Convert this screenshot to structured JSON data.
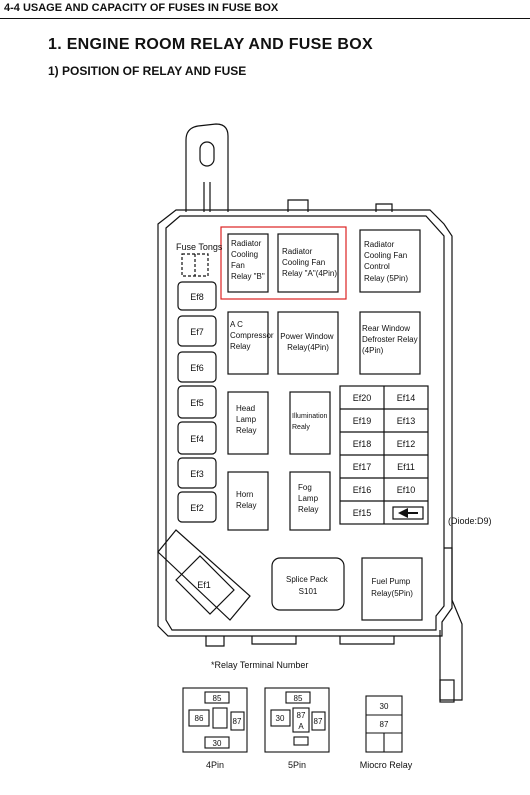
{
  "header": {
    "text": "4-4  USAGE AND CAPACITY OF FUSES IN FUSE BOX"
  },
  "title": "1. ENGINE ROOM RELAY AND FUSE BOX",
  "subtitle": "1)  POSITION OF RELAY AND FUSE",
  "fuse_box": {
    "fuse_tongs": "Fuse Tongs",
    "left_fuses": [
      "Ef8",
      "Ef7",
      "Ef6",
      "Ef5",
      "Ef4",
      "Ef3",
      "Ef2"
    ],
    "ef1": "Ef1",
    "relay_b": [
      "Radiator",
      "Cooling",
      "Fan",
      "Relay \"B\""
    ],
    "relay_a": [
      "Radiator",
      "Cooling Fan",
      "Relay \"A\"(4Pin)"
    ],
    "relay_control": [
      "Radiator",
      "Cooling Fan",
      "Control",
      "Relay (5Pin)"
    ],
    "ac_relay": [
      "A C",
      "Compressor",
      "Relay"
    ],
    "power_window": [
      "Power Window",
      "Relay(4Pin)"
    ],
    "rear_window": [
      "Rear Window",
      "Defroster Relay",
      "(4Pin)"
    ],
    "head_lamp": [
      "Head",
      "Lamp",
      "Relay"
    ],
    "illumination": [
      "Illumination",
      "Realy"
    ],
    "horn": [
      "Horn",
      "Relay"
    ],
    "fog_lamp": [
      "Fog",
      "Lamp",
      "Relay"
    ],
    "splice_pack": [
      "Splice Pack",
      "S101"
    ],
    "fuel_pump": [
      "Fuel Pump",
      "Relay(5Pin)"
    ],
    "fuse_grid": [
      [
        "Ef20",
        "Ef14"
      ],
      [
        "Ef19",
        "Ef13"
      ],
      [
        "Ef18",
        "Ef12"
      ],
      [
        "Ef17",
        "Ef11"
      ],
      [
        "Ef16",
        "Ef10"
      ],
      [
        "Ef15",
        ""
      ]
    ],
    "diode_label": "(Diode:D9)"
  },
  "legend": {
    "caption": "*Relay Terminal Number",
    "four_pin": {
      "label": "4Pin",
      "t85": "85",
      "t86": "86",
      "t87": "87",
      "t30": "30"
    },
    "five_pin": {
      "label": "5Pin",
      "t85": "85",
      "t30": "30",
      "t87": "87",
      "t87a": "87",
      "a": "A",
      "t87r": "87"
    },
    "micro": {
      "label": "Miocro Relay",
      "t30": "30",
      "t87": "87"
    }
  }
}
